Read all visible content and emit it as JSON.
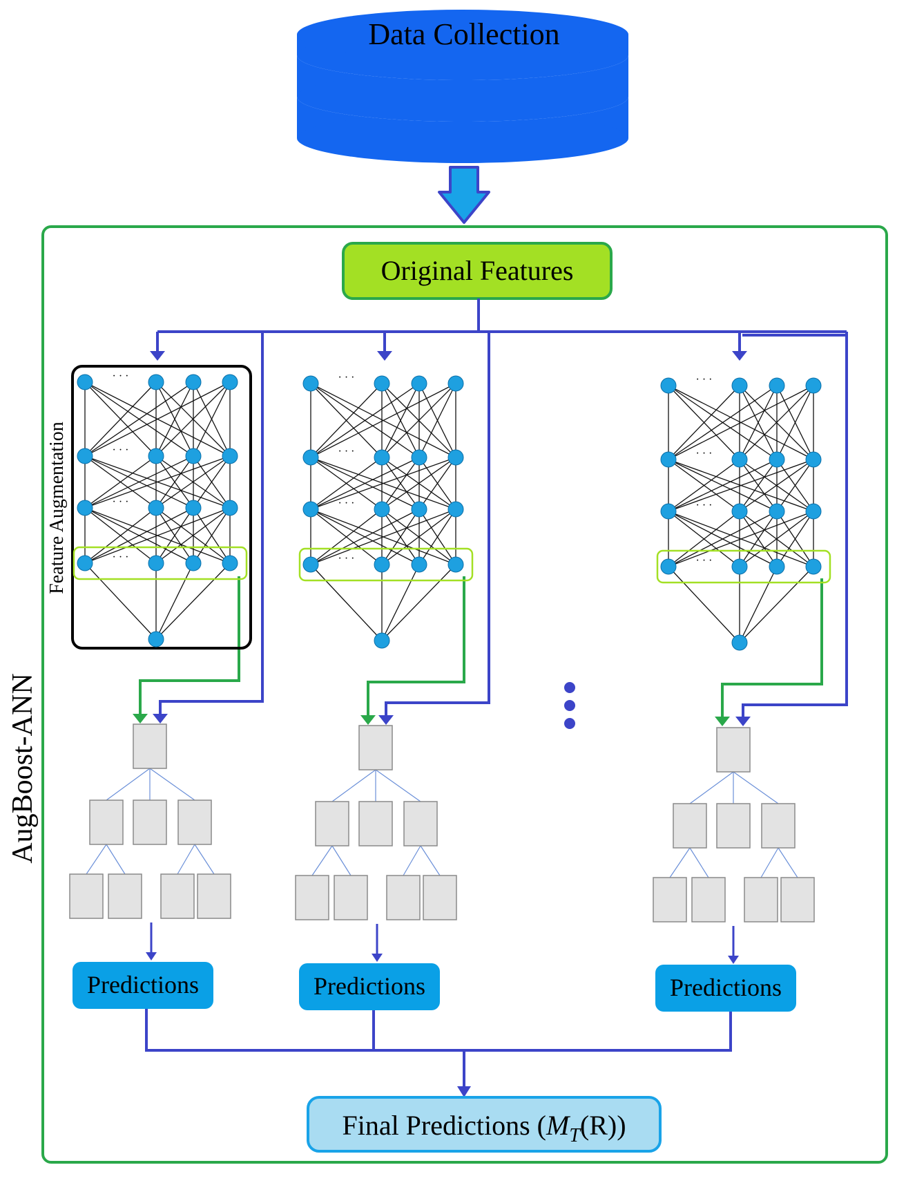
{
  "title": "Data Collection",
  "container_label": "AugBoost-ANN",
  "original_features": "Original Features",
  "feature_augmentation": "Feature Augmentation",
  "nn_dots": "· · ·",
  "predictions": [
    "Predictions",
    "Predictions",
    "Predictions"
  ],
  "final": {
    "prefix": "Final Predictions (",
    "m": "M",
    "sub": "T",
    "suffix": "(R))"
  },
  "colors": {
    "db_blue": "#1466f0",
    "flow_blue": "#3c44c8",
    "green_line": "#2aa84a",
    "box_green": "#a3e024",
    "node": "#1ea0e0",
    "pred": "#0aa0e6",
    "final": "#a9dcf2",
    "leaf": "#e3e3e3"
  }
}
